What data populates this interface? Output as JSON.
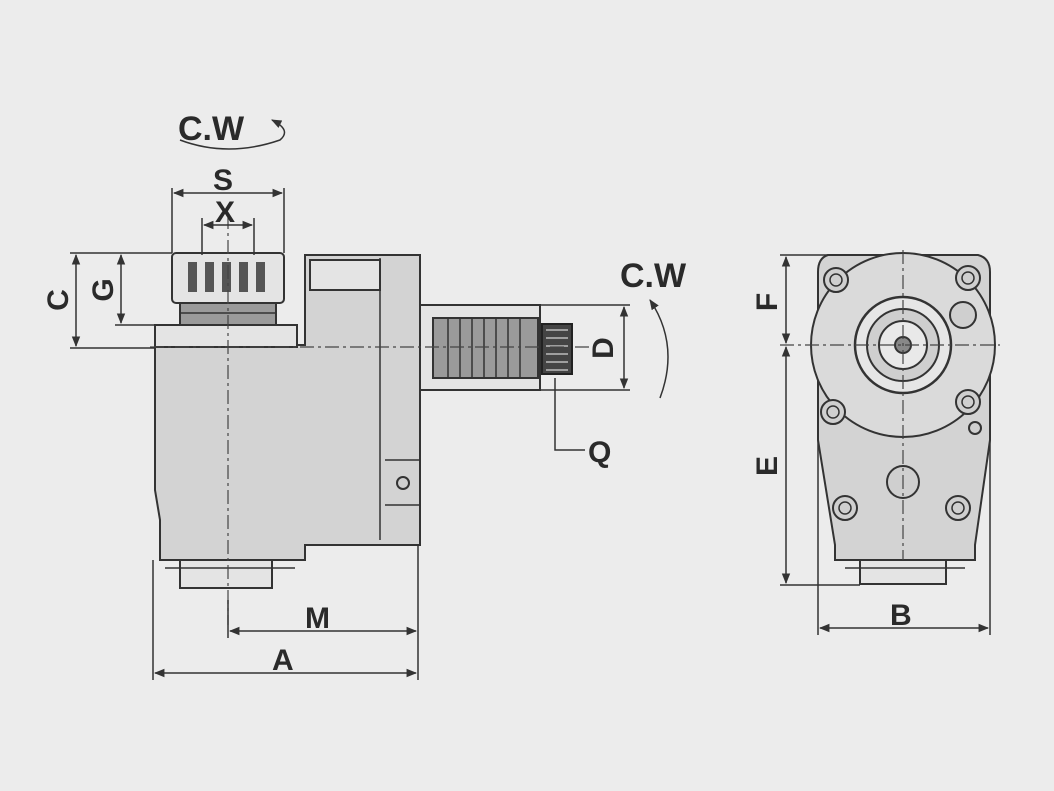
{
  "labels": {
    "cw_top": "C.W",
    "cw_right": "C.W",
    "S": "S",
    "X": "X",
    "C": "C",
    "G": "G",
    "D": "D",
    "Q": "Q",
    "M": "M",
    "A": "A",
    "F": "F",
    "E": "E",
    "B": "B"
  },
  "colors": {
    "background": "#ececec",
    "body_fill": "#d3d3d3",
    "line": "#333333"
  }
}
